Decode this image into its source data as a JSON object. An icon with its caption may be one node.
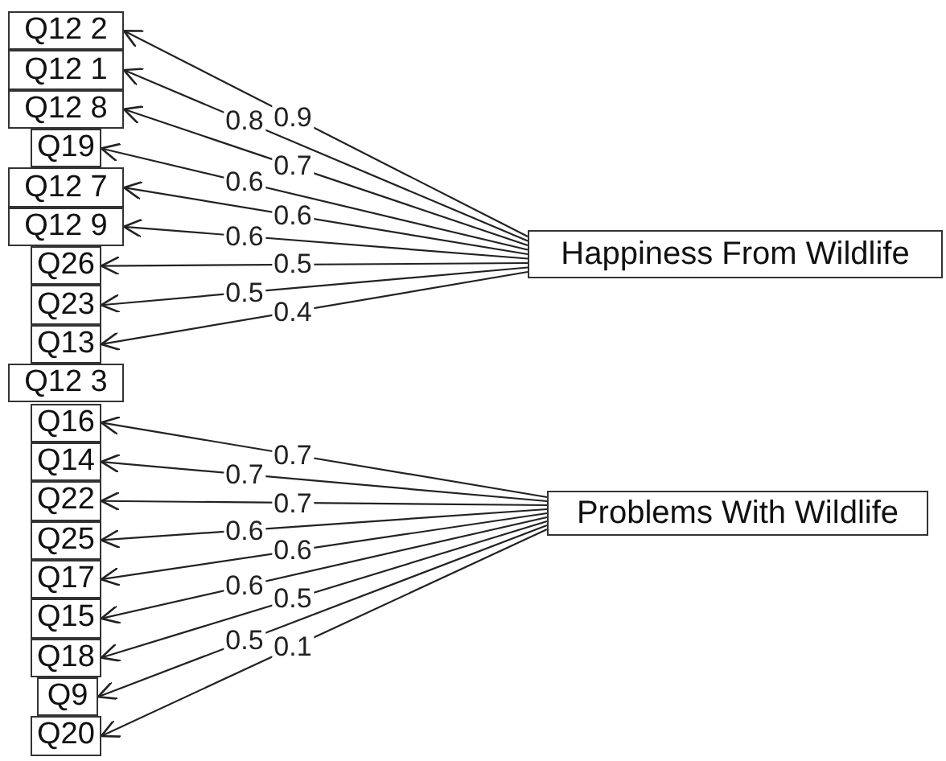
{
  "diagram": {
    "nodes": [
      {
        "text": [
          "Q12 2"
        ]
      },
      {
        "text": [
          "Q12 1"
        ]
      },
      {
        "text": [
          "Q12 8"
        ]
      },
      {
        "text": [
          "Q19"
        ]
      },
      {
        "text": [
          "Q12 7"
        ]
      },
      {
        "text": [
          "Q12 9"
        ]
      },
      {
        "text": [
          "Q26"
        ]
      },
      {
        "text": [
          "Q23"
        ]
      },
      {
        "text": [
          "Q13"
        ]
      },
      {
        "text": [
          "Q12 3"
        ]
      },
      {
        "text": [
          "Q16"
        ]
      },
      {
        "text": [
          "Q14"
        ]
      },
      {
        "text": [
          "Q22"
        ]
      },
      {
        "text": [
          "Q25"
        ]
      },
      {
        "text": [
          "Q17"
        ]
      },
      {
        "text": [
          "Q15"
        ]
      },
      {
        "text": [
          "Q18"
        ]
      },
      {
        "text": [
          "Q9"
        ]
      },
      {
        "text": [
          "Q20"
        ]
      },
      {
        "text": [
          "Happiness From Wildlife"
        ]
      },
      {
        "text": [
          "Problems With Wildlife"
        ]
      }
    ],
    "edges": [
      {
        "from": 19,
        "to": 0,
        "arrow": "to",
        "label": "0.9"
      },
      {
        "from": 19,
        "to": 1,
        "arrow": "to",
        "label": "0.8"
      },
      {
        "from": 19,
        "to": 2,
        "arrow": "to",
        "label": "0.7"
      },
      {
        "from": 19,
        "to": 3,
        "arrow": "to",
        "label": "0.6"
      },
      {
        "from": 19,
        "to": 4,
        "arrow": "to",
        "label": "0.6"
      },
      {
        "from": 19,
        "to": 5,
        "arrow": "to",
        "label": "0.6"
      },
      {
        "from": 19,
        "to": 6,
        "arrow": "to",
        "label": "0.5"
      },
      {
        "from": 19,
        "to": 7,
        "arrow": "to",
        "label": "0.5"
      },
      {
        "from": 19,
        "to": 8,
        "arrow": "to",
        "label": "0.4"
      },
      {
        "from": 20,
        "to": 10,
        "arrow": "to",
        "label": "0.7"
      },
      {
        "from": 20,
        "to": 11,
        "arrow": "to",
        "label": "0.7"
      },
      {
        "from": 20,
        "to": 12,
        "arrow": "to",
        "label": "0.7"
      },
      {
        "from": 20,
        "to": 13,
        "arrow": "to",
        "label": "0.6"
      },
      {
        "from": 20,
        "to": 14,
        "arrow": "to",
        "label": "0.6"
      },
      {
        "from": 20,
        "to": 15,
        "arrow": "to",
        "label": "0.6"
      },
      {
        "from": 20,
        "to": 16,
        "arrow": "to",
        "label": "0.5"
      },
      {
        "from": 20,
        "to": 17,
        "arrow": "to",
        "label": "0.5"
      },
      {
        "from": 20,
        "to": 18,
        "arrow": "to",
        "label": "0.1"
      }
    ]
  }
}
